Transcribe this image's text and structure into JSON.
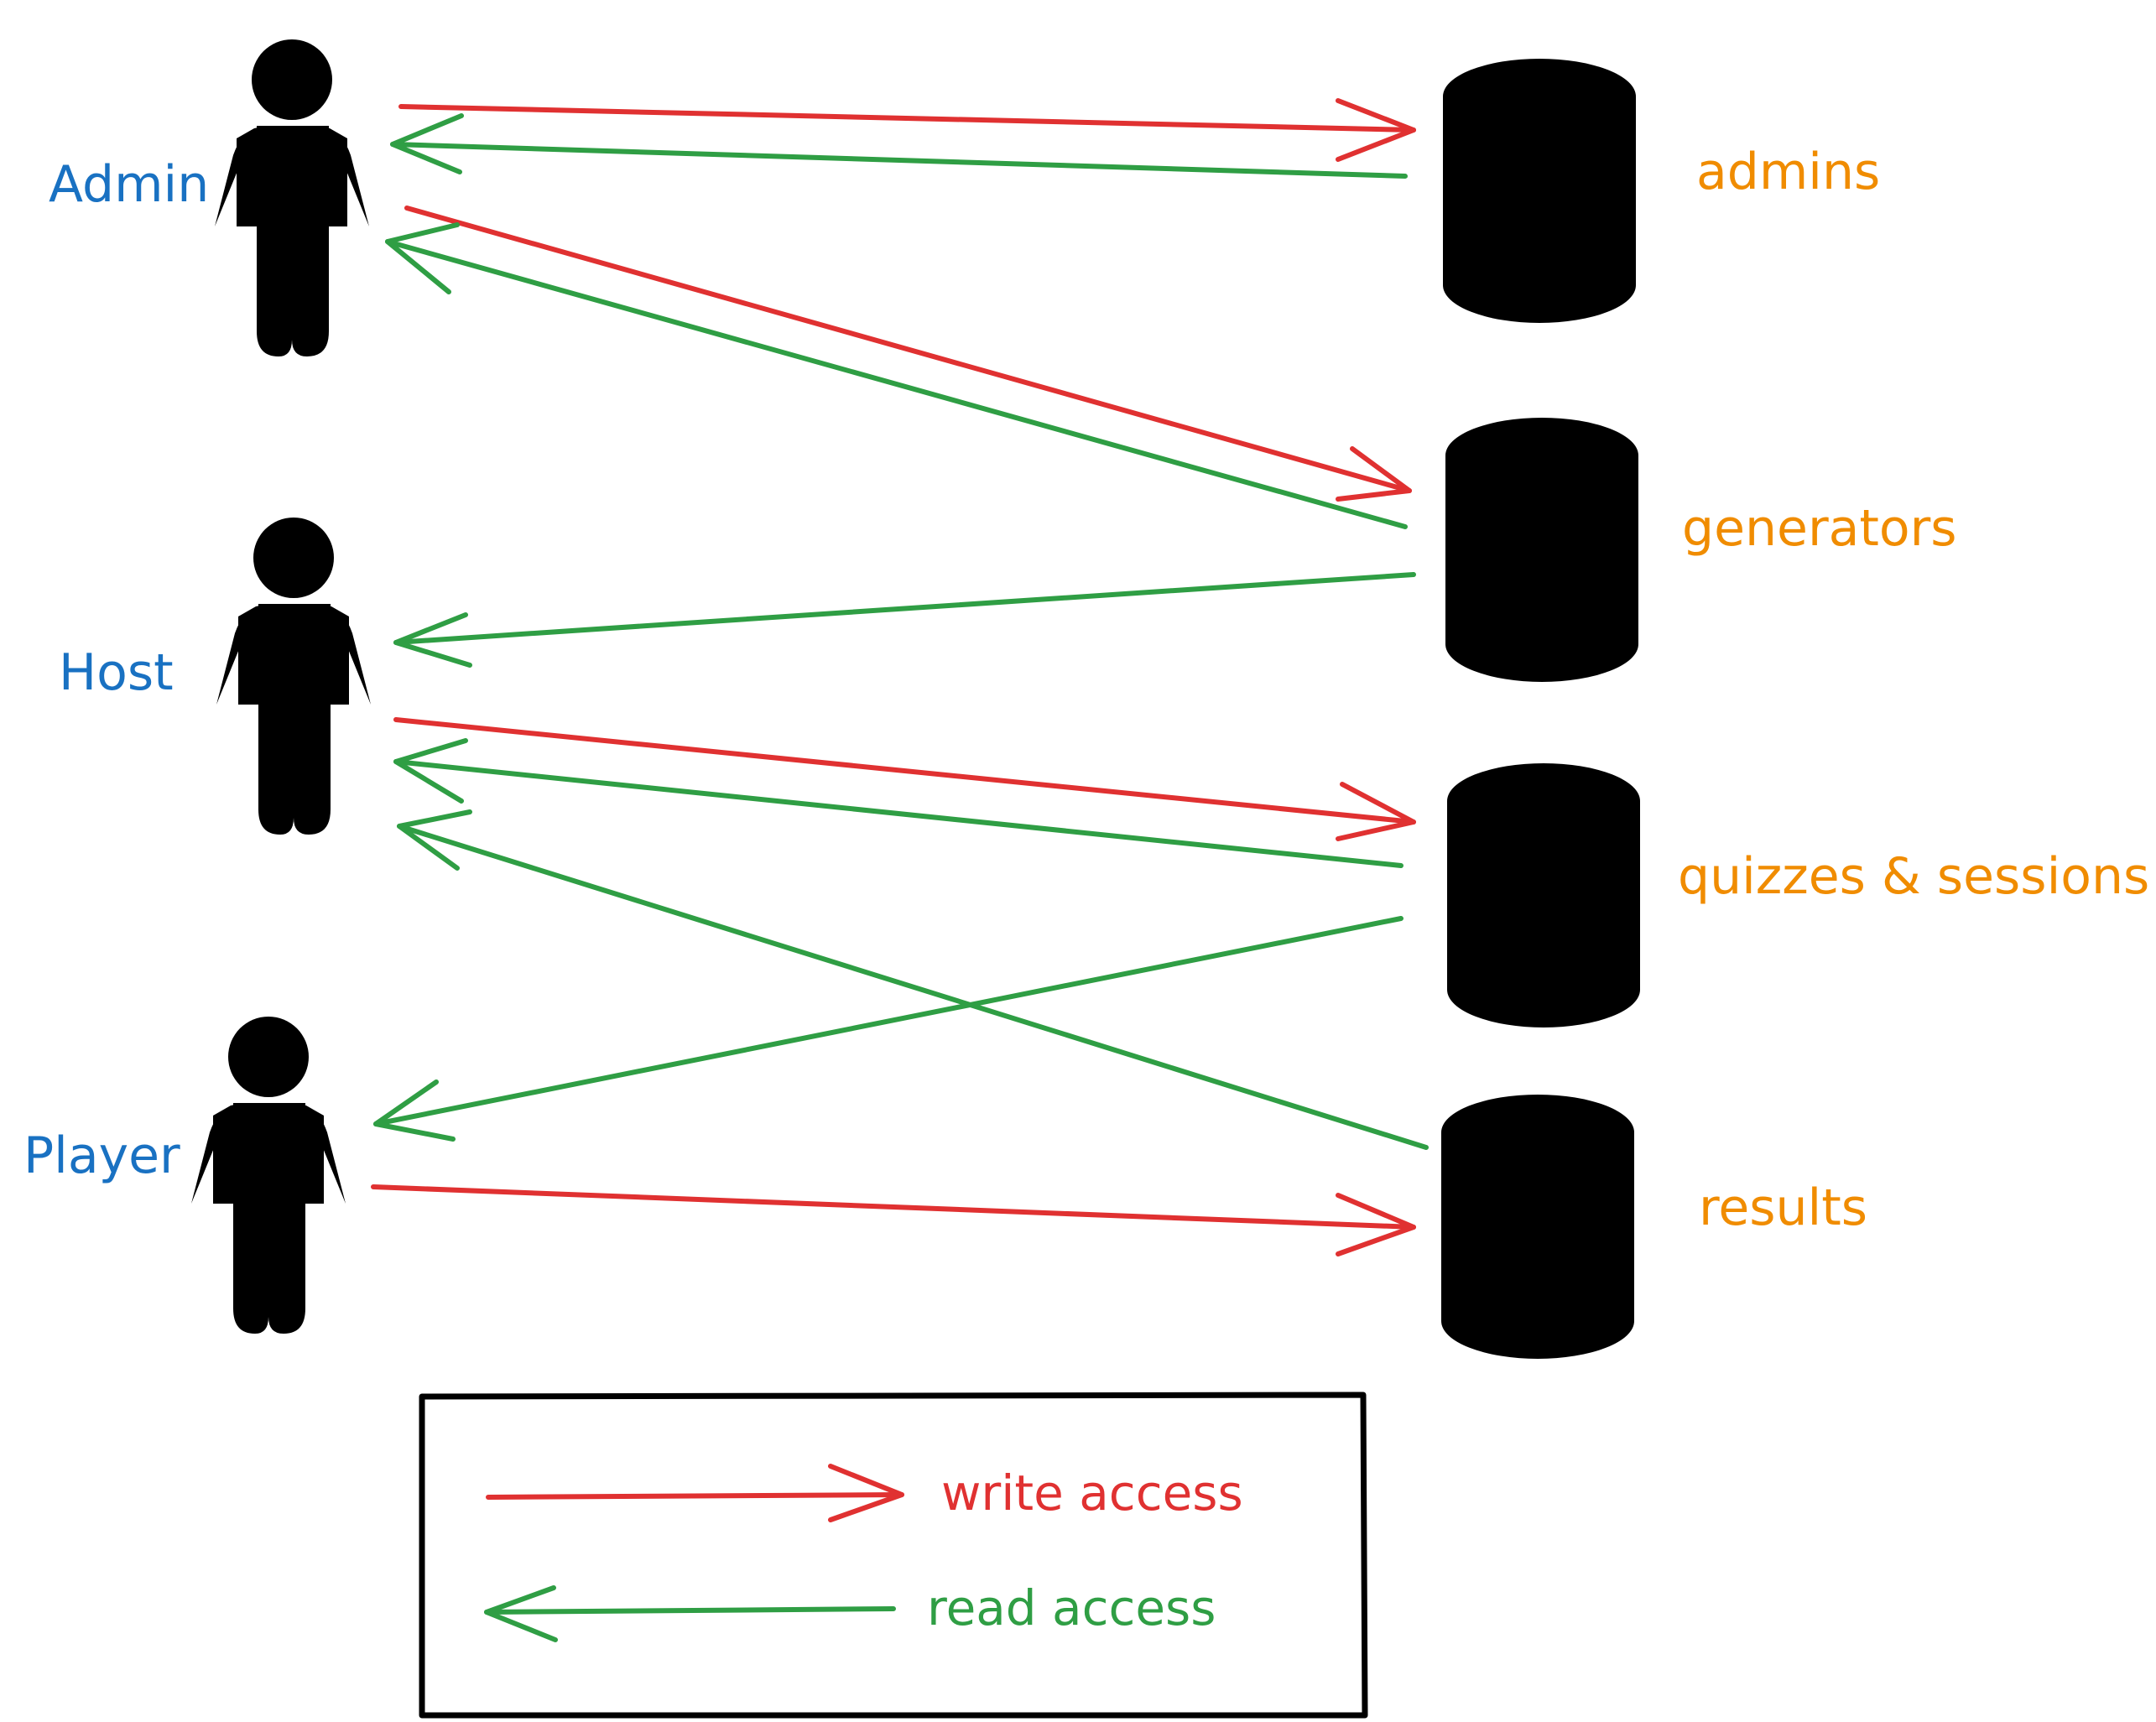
{
  "colors": {
    "actor_label": "#1971c2",
    "db_label": "#f08c00",
    "write": "#e03131",
    "read": "#2f9e44",
    "outline": "#000000"
  },
  "actors": [
    {
      "id": "admin",
      "label": "Admin"
    },
    {
      "id": "host",
      "label": "Host"
    },
    {
      "id": "player",
      "label": "Player"
    }
  ],
  "databases": [
    {
      "id": "admins",
      "label": "admins",
      "icon": "database-icon"
    },
    {
      "id": "generators",
      "label": "generators",
      "icon": "database-icon"
    },
    {
      "id": "quizzes",
      "label": "quizzes & sessions",
      "icon": "database-icon"
    },
    {
      "id": "results",
      "label": "results",
      "icon": "database-icon"
    }
  ],
  "edges": [
    {
      "actor": "admin",
      "db": "admins",
      "access": "write"
    },
    {
      "actor": "admin",
      "db": "admins",
      "access": "read"
    },
    {
      "actor": "admin",
      "db": "generators",
      "access": "write"
    },
    {
      "actor": "admin",
      "db": "generators",
      "access": "read"
    },
    {
      "actor": "host",
      "db": "generators",
      "access": "read"
    },
    {
      "actor": "host",
      "db": "quizzes",
      "access": "write"
    },
    {
      "actor": "host",
      "db": "quizzes",
      "access": "read"
    },
    {
      "actor": "host",
      "db": "results",
      "access": "read"
    },
    {
      "actor": "player",
      "db": "quizzes",
      "access": "read"
    },
    {
      "actor": "player",
      "db": "results",
      "access": "write"
    }
  ],
  "legend": {
    "write_label": "write access",
    "read_label": "read access"
  }
}
